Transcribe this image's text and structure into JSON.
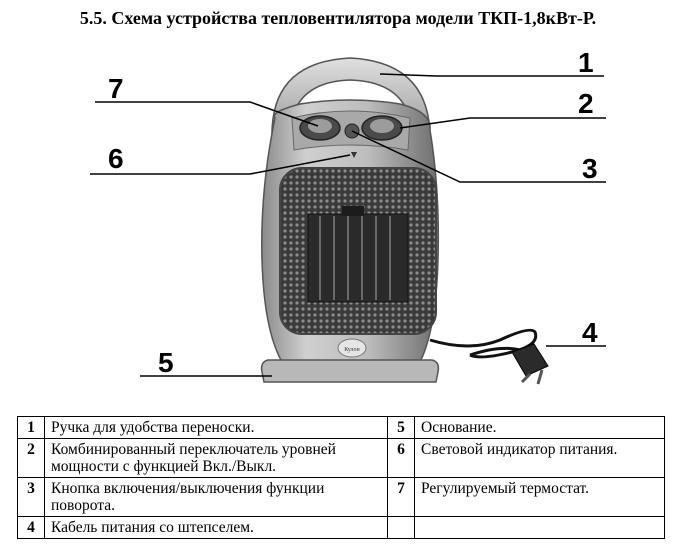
{
  "title": "5.5. Схема устройства тепловентилятора модели ТКП-1,8кВт-Р.",
  "callouts": [
    "1",
    "2",
    "3",
    "4",
    "5",
    "6",
    "7"
  ],
  "product_logo": "Кулон",
  "legend": {
    "rows": [
      {
        "ln": "1",
        "lt": "Ручка для удобства переноски.",
        "rn": "5",
        "rt": "Основание."
      },
      {
        "ln": "2",
        "lt": "Комбинированный переключатель уровней мощности с функцией Вкл./Выкл.",
        "rn": "6",
        "rt": "Световой индикатор питания."
      },
      {
        "ln": "3",
        "lt": "Кнопка включения/выключения функции поворота.",
        "rn": "7",
        "rt": "Регулируемый термостат."
      },
      {
        "ln": "4",
        "lt": "Кабель питания со штепселем.",
        "rn": "",
        "rt": ""
      }
    ]
  }
}
